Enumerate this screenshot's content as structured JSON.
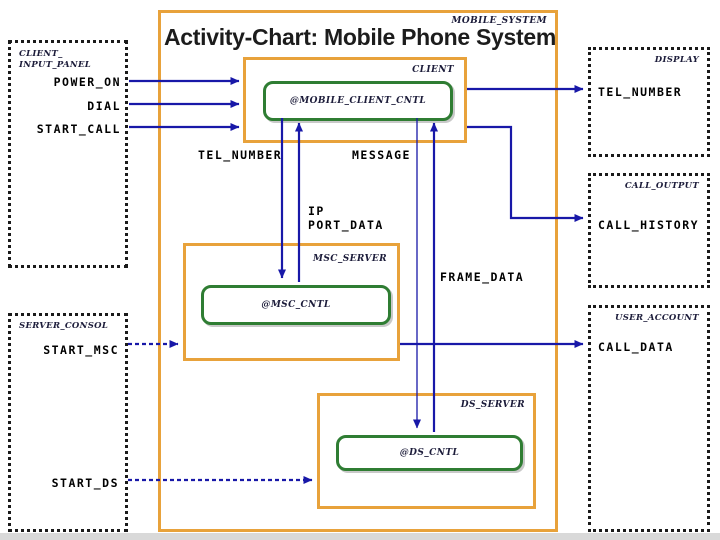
{
  "diagram": {
    "title": "Activity-Chart: Mobile Phone System",
    "system_label": "MOBILE_SYSTEM"
  },
  "modules": {
    "client": {
      "label": "CLIENT",
      "control": "@MOBILE_CLIENT_CNTL"
    },
    "msc_server": {
      "label": "MSC_SERVER",
      "control": "@MSC_CNTL"
    },
    "ds_server": {
      "label": "DS_SERVER",
      "control": "@DS_CNTL"
    }
  },
  "panels": {
    "client_input": {
      "label": "CLIENT_\nINPUT_PANEL",
      "items": [
        "POWER_ON",
        "DIAL",
        "START_CALL"
      ]
    },
    "server_consol": {
      "label": "SERVER_CONSOL",
      "items": [
        "START_MSC",
        "START_DS"
      ]
    },
    "display": {
      "label": "DISPLAY",
      "items": [
        "TEL_NUMBER"
      ]
    },
    "call_output": {
      "label": "CALL_OUTPUT",
      "items": [
        "CALL_HISTORY"
      ]
    },
    "user_account": {
      "label": "USER_ACCOUNT",
      "items": [
        "CALL_DATA"
      ]
    }
  },
  "flows": {
    "tel_number": "TEL_NUMBER",
    "message": "MESSAGE",
    "ip": "IP",
    "port_data": "PORT_DATA",
    "frame_data": "FRAME_DATA"
  },
  "colors": {
    "module_border": "#E8A23B",
    "control_border": "#2F7D33",
    "arrow": "#1818A8",
    "panel_border": "#1A1A1A"
  }
}
